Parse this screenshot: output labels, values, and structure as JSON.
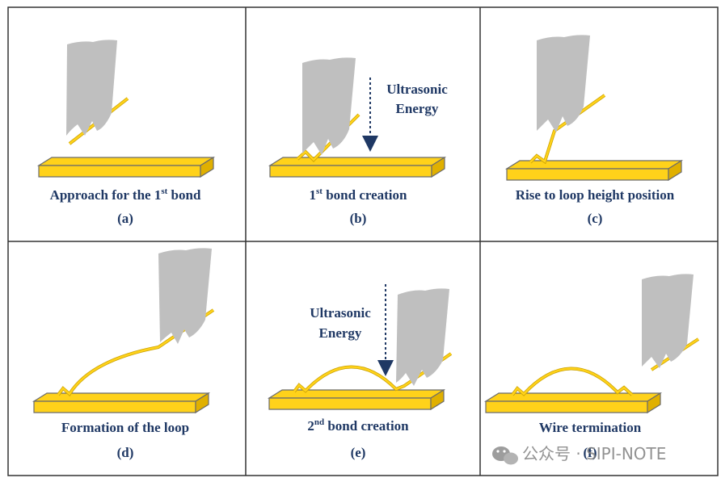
{
  "panels": [
    {
      "caption": "Approach for the 1",
      "sup": "st",
      "caption_rest": " bond",
      "letter": "(a)"
    },
    {
      "caption": "1",
      "sup": "st",
      "caption_rest": " bond creation",
      "letter": "(b)",
      "energy_l1": "Ultrasonic",
      "energy_l2": "Energy"
    },
    {
      "caption": "Rise to loop height position",
      "sup": "",
      "caption_rest": "",
      "letter": "(c)"
    },
    {
      "caption": "Formation of the loop",
      "sup": "",
      "caption_rest": "",
      "letter": "(d)"
    },
    {
      "caption": "2",
      "sup": "nd",
      "caption_rest": " bond creation",
      "letter": "(e)",
      "energy_l1": "Ultrasonic",
      "energy_l2": "Energy"
    },
    {
      "caption": "Wire termination",
      "sup": "",
      "caption_rest": "",
      "letter": "(f)"
    }
  ],
  "watermark": {
    "text": "公众号 · SIPI-NOTE"
  },
  "colors": {
    "pad": "#ffd21a",
    "pad_edge": "#6b6b6b",
    "tool": "#bfbfbf",
    "wire": "#ffd21a",
    "wire_edge": "#c8a000",
    "text": "#1f3864",
    "grid": "#333333"
  }
}
